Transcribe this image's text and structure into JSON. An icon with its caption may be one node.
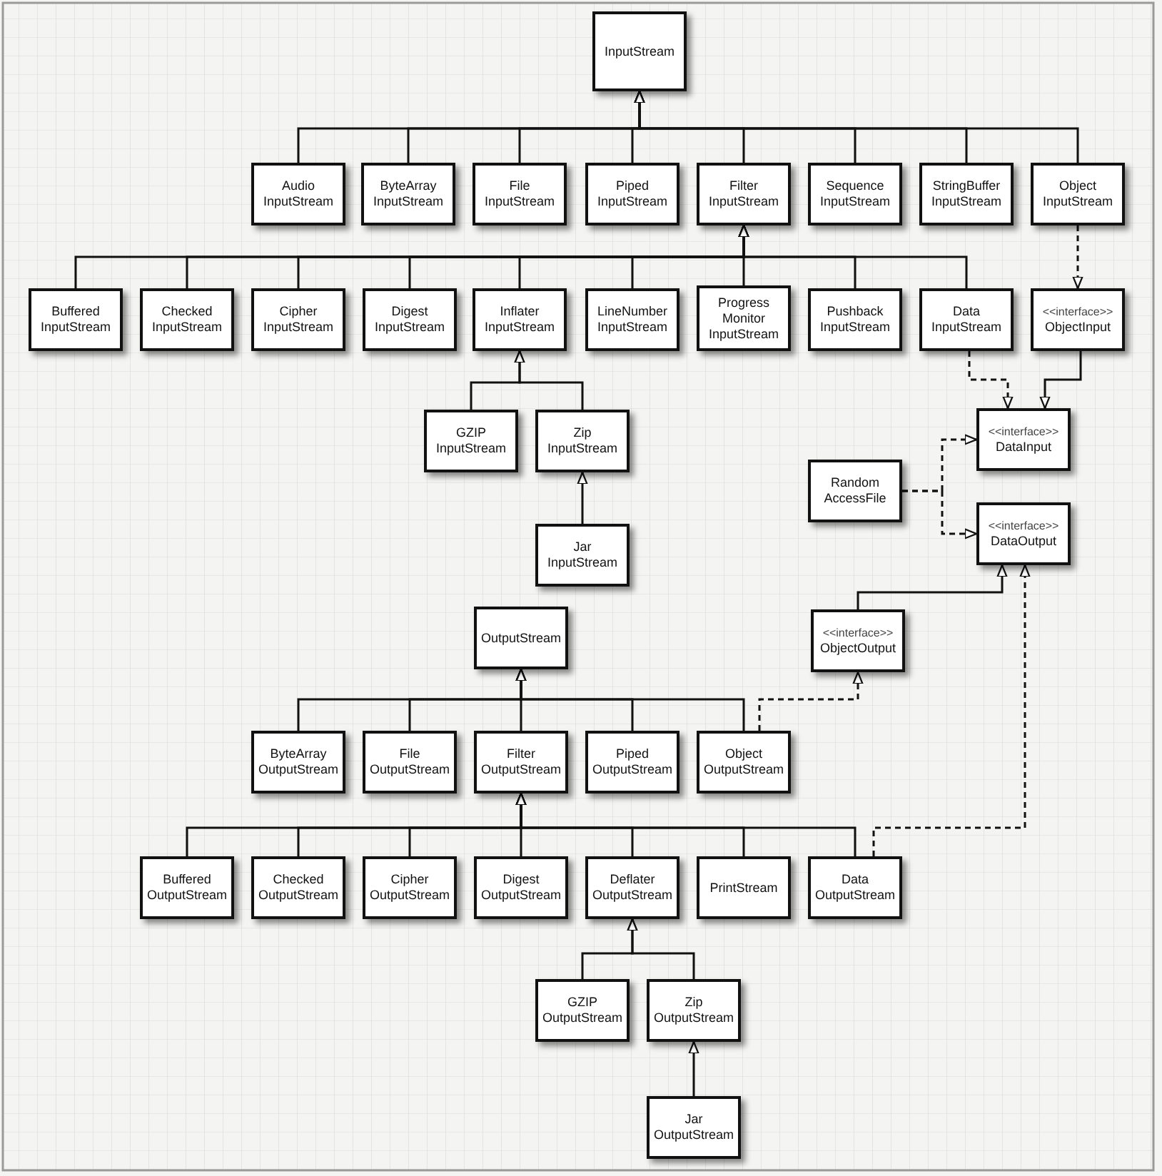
{
  "diagram": {
    "nodes": [
      {
        "text": [
          "InputStream"
        ]
      },
      {
        "text": [
          "Audio InputStream"
        ]
      },
      {
        "text": [
          "ByteArray InputStream"
        ]
      },
      {
        "text": [
          "File InputStream"
        ]
      },
      {
        "text": [
          "Piped InputStream"
        ]
      },
      {
        "text": [
          "Filter InputStream"
        ]
      },
      {
        "text": [
          "Sequence InputStream"
        ]
      },
      {
        "text": [
          "StringBuffer InputStream"
        ]
      },
      {
        "text": [
          "Object InputStream"
        ]
      },
      {
        "text": [
          "Buffered InputStream"
        ]
      },
      {
        "text": [
          "Checked InputStream"
        ]
      },
      {
        "text": [
          "Cipher InputStream"
        ]
      },
      {
        "text": [
          "Digest InputStream"
        ]
      },
      {
        "text": [
          "Inflater InputStream"
        ]
      },
      {
        "text": [
          "LineNumber InputStream"
        ]
      },
      {
        "text": [
          "Progress Monitor InputStream"
        ]
      },
      {
        "text": [
          "Pushback InputStream"
        ]
      },
      {
        "text": [
          "Data InputStream"
        ]
      },
      {
        "text": [
          "<<interface>>",
          "ObjectInput"
        ]
      },
      {
        "text": [
          "GZIP InputStream"
        ]
      },
      {
        "text": [
          "Zip InputStream"
        ]
      },
      {
        "text": [
          "<<interface>>",
          "DataInput"
        ]
      },
      {
        "text": [
          "Random AccessFile"
        ]
      },
      {
        "text": [
          "<<interface>>",
          "DataOutput"
        ]
      },
      {
        "text": [
          "Jar InputStream"
        ]
      },
      {
        "text": [
          "OutputStream"
        ]
      },
      {
        "text": [
          "<<interface>>",
          "ObjectOutput"
        ]
      },
      {
        "text": [
          "ByteArray OutputStream"
        ]
      },
      {
        "text": [
          "File OutputStream"
        ]
      },
      {
        "text": [
          "Filter OutputStream"
        ]
      },
      {
        "text": [
          "Piped OutputStream"
        ]
      },
      {
        "text": [
          "Object OutputStream"
        ]
      },
      {
        "text": [
          "Buffered OutputStream"
        ]
      },
      {
        "text": [
          "Checked OutputStream"
        ]
      },
      {
        "text": [
          "Cipher OutputStream"
        ]
      },
      {
        "text": [
          "Digest OutputStream"
        ]
      },
      {
        "text": [
          "Deflater OutputStream"
        ]
      },
      {
        "text": [
          "PrintStream"
        ]
      },
      {
        "text": [
          "Data OutputStream"
        ]
      },
      {
        "text": [
          "GZIP OutputStream"
        ]
      },
      {
        "text": [
          "Zip OutputStream"
        ]
      },
      {
        "text": [
          "Jar OutputStream"
        ]
      }
    ],
    "edges": [
      {
        "from": 1,
        "to": 0,
        "arrow": "to"
      },
      {
        "from": 2,
        "to": 0,
        "arrow": "to"
      },
      {
        "from": 3,
        "to": 0,
        "arrow": "to"
      },
      {
        "from": 4,
        "to": 0,
        "arrow": "to"
      },
      {
        "from": 5,
        "to": 0,
        "arrow": "to"
      },
      {
        "from": 6,
        "to": 0,
        "arrow": "to"
      },
      {
        "from": 7,
        "to": 0,
        "arrow": "to"
      },
      {
        "from": 8,
        "to": 0,
        "arrow": "to"
      },
      {
        "from": 9,
        "to": 5,
        "arrow": "to"
      },
      {
        "from": 10,
        "to": 5,
        "arrow": "to"
      },
      {
        "from": 11,
        "to": 5,
        "arrow": "to"
      },
      {
        "from": 12,
        "to": 5,
        "arrow": "to"
      },
      {
        "from": 13,
        "to": 5,
        "arrow": "to"
      },
      {
        "from": 14,
        "to": 5,
        "arrow": "to"
      },
      {
        "from": 15,
        "to": 5,
        "arrow": "to"
      },
      {
        "from": 16,
        "to": 5,
        "arrow": "to"
      },
      {
        "from": 17,
        "to": 5,
        "arrow": "to"
      },
      {
        "from": 8,
        "to": 18,
        "arrow": "to",
        "style": "dashed"
      },
      {
        "from": 19,
        "to": 13,
        "arrow": "to"
      },
      {
        "from": 20,
        "to": 13,
        "arrow": "to"
      },
      {
        "from": 24,
        "to": 20,
        "arrow": "to"
      },
      {
        "from": 17,
        "to": 21,
        "arrow": "to",
        "style": "dashed"
      },
      {
        "from": 18,
        "to": 21,
        "arrow": "to"
      },
      {
        "from": 22,
        "to": 21,
        "arrow": "to",
        "style": "dashed"
      },
      {
        "from": 22,
        "to": 23,
        "arrow": "to",
        "style": "dashed"
      },
      {
        "from": 26,
        "to": 23,
        "arrow": "to"
      },
      {
        "from": 27,
        "to": 25,
        "arrow": "to"
      },
      {
        "from": 28,
        "to": 25,
        "arrow": "to"
      },
      {
        "from": 29,
        "to": 25,
        "arrow": "to"
      },
      {
        "from": 30,
        "to": 25,
        "arrow": "to"
      },
      {
        "from": 31,
        "to": 25,
        "arrow": "to"
      },
      {
        "from": 31,
        "to": 26,
        "arrow": "to",
        "style": "dashed"
      },
      {
        "from": 32,
        "to": 29,
        "arrow": "to"
      },
      {
        "from": 33,
        "to": 29,
        "arrow": "to"
      },
      {
        "from": 34,
        "to": 29,
        "arrow": "to"
      },
      {
        "from": 35,
        "to": 29,
        "arrow": "to"
      },
      {
        "from": 36,
        "to": 29,
        "arrow": "to"
      },
      {
        "from": 37,
        "to": 29,
        "arrow": "to"
      },
      {
        "from": 38,
        "to": 29,
        "arrow": "to"
      },
      {
        "from": 38,
        "to": 23,
        "arrow": "to",
        "style": "dashed"
      },
      {
        "from": 39,
        "to": 36,
        "arrow": "to"
      },
      {
        "from": 40,
        "to": 36,
        "arrow": "to"
      },
      {
        "from": 41,
        "to": 40,
        "arrow": "to"
      }
    ]
  }
}
